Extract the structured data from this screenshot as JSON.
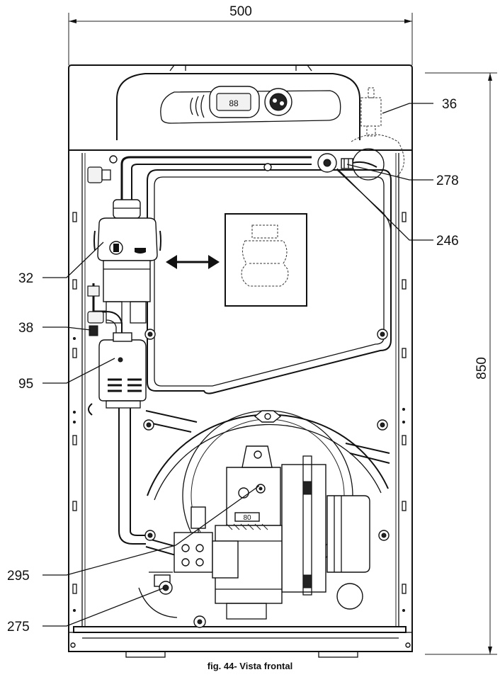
{
  "dimensions": {
    "width_label": "500",
    "height_label": "850"
  },
  "callouts": {
    "c36": "36",
    "c278": "278",
    "c246": "246",
    "c32": "32",
    "c38": "38",
    "c95": "95",
    "c295": "295",
    "c275": "275"
  },
  "caption": "fig. 44- Vista frontal",
  "control_panel": {
    "display_value": "88",
    "burner_plate_text": "80"
  },
  "colors": {
    "line": "#111111",
    "background": "#ffffff"
  }
}
